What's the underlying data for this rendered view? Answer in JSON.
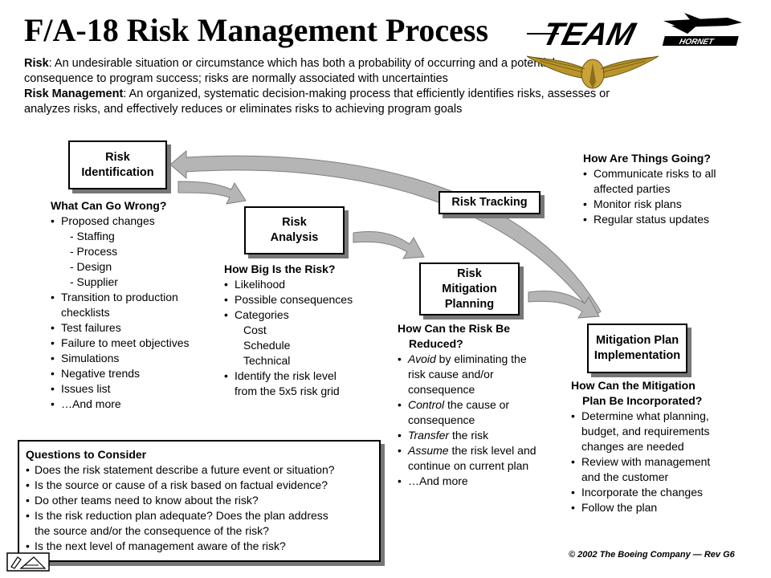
{
  "title": "F/A-18 Risk Management Process",
  "definitions": {
    "risk_label": "Risk",
    "risk_text": ":  An undesirable situation or circumstance which has both a probability of occurring and a potential consequence to program success; risks are normally associated with uncertainties",
    "rm_label": "Risk Management",
    "rm_text": ":  An organized, systematic decision-making process that efficiently identifies risks, assesses or analyzes risks, and effectively reduces or eliminates risks to achieving program goals"
  },
  "logo": {
    "team": "TEAM",
    "hornet": "HORNET"
  },
  "boxes": {
    "identification": "Risk\nIdentification",
    "analysis": "Risk\nAnalysis",
    "tracking": "Risk Tracking",
    "mitigation_planning": "Risk\nMitigation\nPlanning",
    "implementation": "Mitigation Plan\nImplementation"
  },
  "identification_list": {
    "heading": "What Can Go Wrong?",
    "proposed": "Proposed changes",
    "sub": [
      "- Staffing",
      "- Process",
      "- Design",
      "- Supplier"
    ],
    "transition_1": "Transition to production",
    "transition_2": "checklists",
    "items": [
      "Test failures",
      "Failure to meet objectives",
      "Simulations",
      "Negative trends",
      "Issues list",
      "…And more"
    ]
  },
  "analysis_list": {
    "heading": "How Big Is the Risk?",
    "items": [
      "Likelihood",
      "Possible consequences",
      "Categories"
    ],
    "categories": [
      "Cost",
      "Schedule",
      "Technical"
    ],
    "identify_1": "Identify the risk level",
    "identify_2": "from the 5x5 risk grid"
  },
  "mitigation_list": {
    "heading_1": "How Can the Risk Be",
    "heading_2": "Reduced?",
    "avoid_em": "Avoid",
    "avoid_rest": " by eliminating the",
    "avoid_2": "risk cause and/or",
    "avoid_3": "consequence",
    "control_em": "Control",
    "control_rest": " the cause or",
    "control_2": "consequence",
    "transfer_em": "Transfer",
    "transfer_rest": " the risk",
    "assume_em": "Assume",
    "assume_rest": " the risk level and",
    "assume_2": "continue on current plan",
    "more": "…And more"
  },
  "implementation_list": {
    "heading_1": "How Can the Mitigation",
    "heading_2": "Plan Be Incorporated?",
    "determine_1": "Determine what planning,",
    "determine_2": "budget, and requirements",
    "determine_3": "changes are needed",
    "review_1": "Review with management",
    "review_2": "and the customer",
    "incorporate": "Incorporate the changes",
    "follow": "Follow the plan"
  },
  "tracking_list": {
    "heading": "How Are Things Going?",
    "communicate_1": "Communicate risks to all",
    "communicate_2": "affected parties",
    "monitor": "Monitor risk plans",
    "regular": "Regular status updates"
  },
  "questions": {
    "heading": "Questions to Consider",
    "q1": "Does the risk statement describe a future event or situation?",
    "q2": "Is the source or cause of a risk based on factual evidence?",
    "q3": "Do other teams need to know about the risk?",
    "q4_1": "Is the risk reduction plan adequate?  Does the plan address",
    "q4_2": "the source and/or the consequence of the risk?",
    "q5": "Is the next level of management aware of the risk?"
  },
  "copyright": "© 2002 The Boeing Company — Rev G6",
  "colors": {
    "arrow_fill": "#b5b5b5",
    "arrow_edge": "#7f7f7f",
    "shadow": "#777777",
    "wings": "#b8952a"
  }
}
